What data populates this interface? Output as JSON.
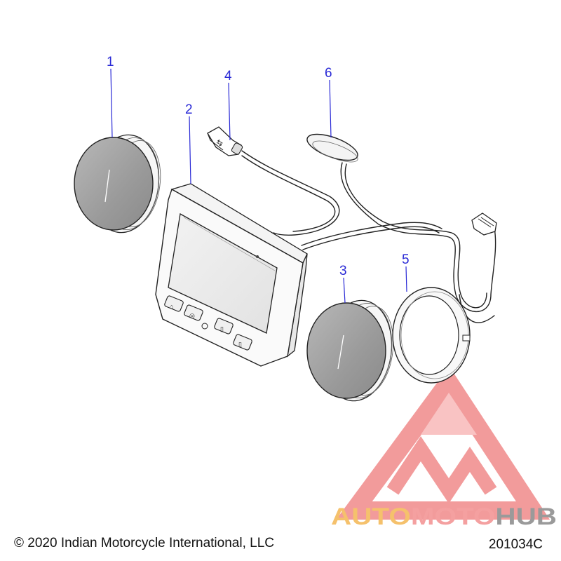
{
  "callouts": [
    {
      "id": "1",
      "label": "1"
    },
    {
      "id": "2",
      "label": "2"
    },
    {
      "id": "3",
      "label": "3"
    },
    {
      "id": "4",
      "label": "4"
    },
    {
      "id": "5",
      "label": "5"
    },
    {
      "id": "6",
      "label": "6"
    }
  ],
  "footer": {
    "copyright": "© 2020 Indian Motorcycle International, LLC",
    "diagram_code": "201034C"
  },
  "watermark": {
    "word_part1": "AUTO",
    "word_part2": "MOTO",
    "word_part3": "HUB",
    "colors": {
      "auto": "#f5c16c",
      "moto": "#f4a0a0",
      "hub": "#9a9a9a",
      "logo": "#f08a8a"
    }
  }
}
